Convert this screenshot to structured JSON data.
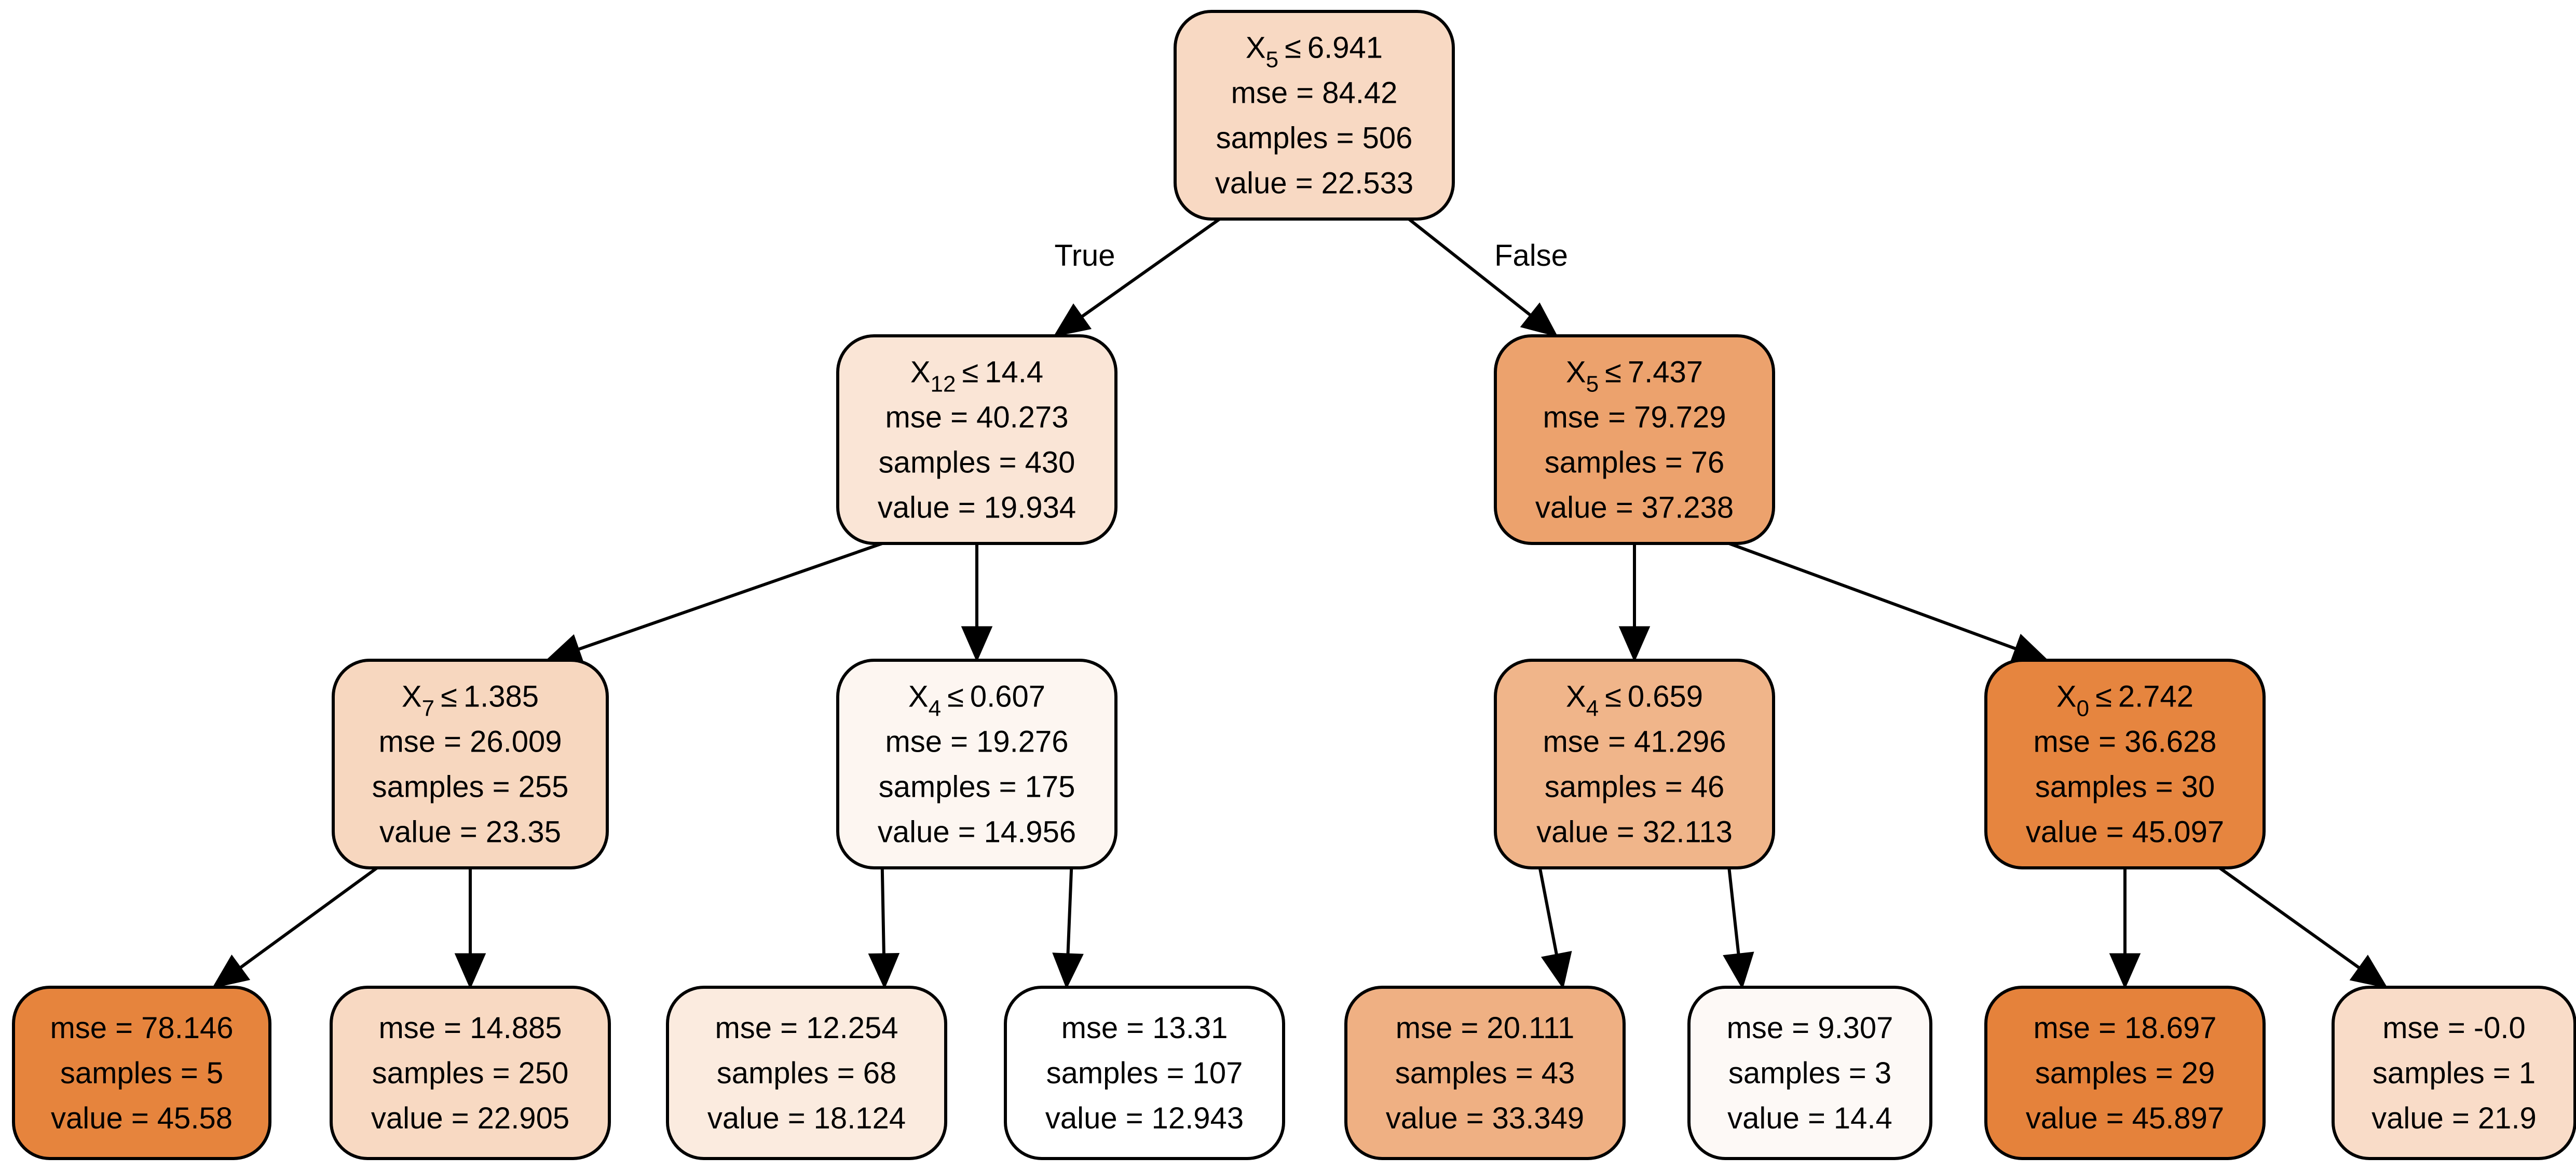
{
  "tree": {
    "nodes": [
      {
        "id": "n0",
        "split": {
          "feature": "X",
          "index": "5",
          "op": "≤",
          "threshold": "6.941"
        },
        "mse": "mse = 84.42",
        "samples": "samples = 506",
        "value": "value = 22.533",
        "color": "#f8d9c3"
      },
      {
        "id": "n1",
        "split": {
          "feature": "X",
          "index": "12",
          "op": "≤",
          "threshold": "14.4"
        },
        "mse": "mse = 40.273",
        "samples": "samples = 430",
        "value": "value = 19.934",
        "color": "#fae5d6"
      },
      {
        "id": "n2",
        "split": {
          "feature": "X",
          "index": "7",
          "op": "≤",
          "threshold": "1.385"
        },
        "mse": "mse = 26.009",
        "samples": "samples = 255",
        "value": "value = 23.35",
        "color": "#f7d7bf"
      },
      {
        "id": "n3",
        "mse": "mse = 78.146",
        "samples": "samples = 5",
        "value": "value = 45.58",
        "color": "#e6843d"
      },
      {
        "id": "n4",
        "mse": "mse = 14.885",
        "samples": "samples = 250",
        "value": "value = 22.905",
        "color": "#f8d9c2"
      },
      {
        "id": "n5",
        "split": {
          "feature": "X",
          "index": "4",
          "op": "≤",
          "threshold": "0.607"
        },
        "mse": "mse = 19.276",
        "samples": "samples = 175",
        "value": "value = 14.956",
        "color": "#fdf6f1"
      },
      {
        "id": "n6",
        "mse": "mse = 12.254",
        "samples": "samples = 68",
        "value": "value = 18.124",
        "color": "#fbebdf"
      },
      {
        "id": "n7",
        "mse": "mse = 13.31",
        "samples": "samples = 107",
        "value": "value = 12.943",
        "color": "#ffffff"
      },
      {
        "id": "n8",
        "split": {
          "feature": "X",
          "index": "5",
          "op": "≤",
          "threshold": "7.437"
        },
        "mse": "mse = 79.729",
        "samples": "samples = 76",
        "value": "value = 37.238",
        "color": "#eca26d"
      },
      {
        "id": "n9",
        "split": {
          "feature": "X",
          "index": "4",
          "op": "≤",
          "threshold": "0.659"
        },
        "mse": "mse = 41.296",
        "samples": "samples = 46",
        "value": "value = 32.113",
        "color": "#f0b58a"
      },
      {
        "id": "n10",
        "mse": "mse = 20.111",
        "samples": "samples = 43",
        "value": "value = 33.349",
        "color": "#efb083"
      },
      {
        "id": "n11",
        "mse": "mse = 9.307",
        "samples": "samples = 3",
        "value": "value = 14.4",
        "color": "#fdf9f6"
      },
      {
        "id": "n12",
        "split": {
          "feature": "X",
          "index": "0",
          "op": "≤",
          "threshold": "2.742"
        },
        "mse": "mse = 36.628",
        "samples": "samples = 30",
        "value": "value = 45.097",
        "color": "#e6853f"
      },
      {
        "id": "n13",
        "mse": "mse = 18.697",
        "samples": "samples = 29",
        "value": "value = 45.897",
        "color": "#e5823b"
      },
      {
        "id": "n14",
        "mse": "mse = -0.0",
        "samples": "samples = 1",
        "value": "value = 21.9",
        "color": "#f9dcc8"
      }
    ],
    "edges": [
      {
        "from": "n0",
        "to": "n1",
        "label": "True"
      },
      {
        "from": "n0",
        "to": "n8",
        "label": "False"
      },
      {
        "from": "n1",
        "to": "n2"
      },
      {
        "from": "n1",
        "to": "n5"
      },
      {
        "from": "n2",
        "to": "n3"
      },
      {
        "from": "n2",
        "to": "n4"
      },
      {
        "from": "n5",
        "to": "n6"
      },
      {
        "from": "n5",
        "to": "n7"
      },
      {
        "from": "n8",
        "to": "n9"
      },
      {
        "from": "n8",
        "to": "n12"
      },
      {
        "from": "n9",
        "to": "n10"
      },
      {
        "from": "n9",
        "to": "n11"
      },
      {
        "from": "n12",
        "to": "n13"
      },
      {
        "from": "n12",
        "to": "n14"
      }
    ]
  }
}
